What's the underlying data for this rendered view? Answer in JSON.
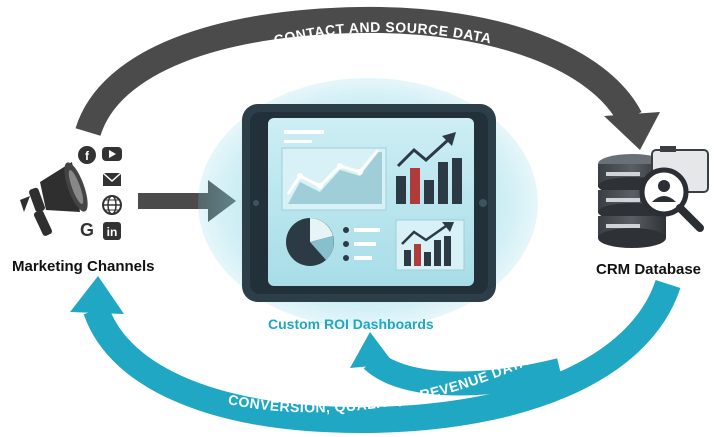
{
  "top_flow": {
    "label": "CONTACT AND SOURCE DATA"
  },
  "bottom_flow": {
    "label": "CONVERSION, QUALITY, & REVENUE DATA"
  },
  "nodes": {
    "marketing": {
      "label": "Marketing Channels",
      "icons": [
        "megaphone-icon",
        "facebook-icon",
        "youtube-icon",
        "email-icon",
        "globe-icon",
        "google-icon",
        "linkedin-icon"
      ]
    },
    "dashboard": {
      "label": "Custom ROI Dashboards"
    },
    "crm": {
      "label": "CRM Database",
      "icons": [
        "database-icon",
        "magnifier-user-icon"
      ]
    }
  },
  "colors": {
    "gray_arrow": "#4b4b4b",
    "teal_arrow": "#1fa7c4",
    "tablet_frame": "#2c3e48",
    "tablet_screen": "#b9e6ee",
    "tablet_glow": "#7fd3e4",
    "chart_dark": "#2b3a44",
    "chart_red": "#b13a3a"
  }
}
